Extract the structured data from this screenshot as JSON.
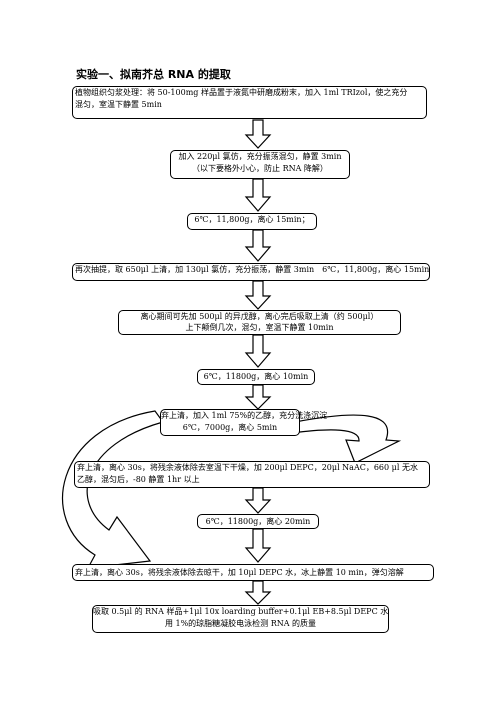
{
  "title": "实验一、拟南芥总 RNA 的提取",
  "steps": [
    {
      "lines": [
        "植物组织匀浆处理：将 50-100mg 样品置于液氮中研磨成粉末，加入 1ml TRIzol，使之充分",
        "混匀，室温下静置 5min"
      ]
    },
    {
      "lines": [
        "加入 220μl 氯仿，充分振荡混匀，静置 3min",
        "（以下要格外小心，防止 RNA 降解）"
      ]
    },
    {
      "lines": [
        "6℃，11,800g，离心 15min；"
      ]
    },
    {
      "lines": [
        "再次抽提，取 650μl 上清，加 130μl 氯仿，充分振荡，静置 3min　6℃，11,800g，离心 15min"
      ]
    },
    {
      "lines": [
        "离心期间可先加 500μl 的异戊醇，离心完后吸取上清（约 500μl）",
        "上下颠倒几次，混匀，室温下静置 10min"
      ]
    },
    {
      "lines": [
        "6℃，11800g，离心 10min"
      ]
    },
    {
      "lines": [
        "弃上清，加入 1ml 75%的乙醇，充分洗涤沉淀",
        "6℃，7000g，离心 5min"
      ]
    },
    {
      "lines": [
        "弃上清，离心 30s，将残余液体除去室温下干燥，加 200μl DEPC，20μl NaAC，660 μl 无水",
        "乙醇，混匀后，-80 静置 1hr 以上"
      ]
    },
    {
      "lines": [
        "6℃，11800g，离心 20min"
      ]
    },
    {
      "lines": [
        "弃上清，离心 30s，将残余液体除去晾干，加 10μl DEPC 水，冰上静置 10 min，弹匀溶解"
      ]
    },
    {
      "lines": [
        "吸取 0.5μl 的 RNA 样品+1μl 10x loarding buffer+0.1μl EB+8.5μl DEPC 水",
        "用 1%的琼脂糖凝胶电泳检测 RNA 的质量"
      ]
    }
  ]
}
